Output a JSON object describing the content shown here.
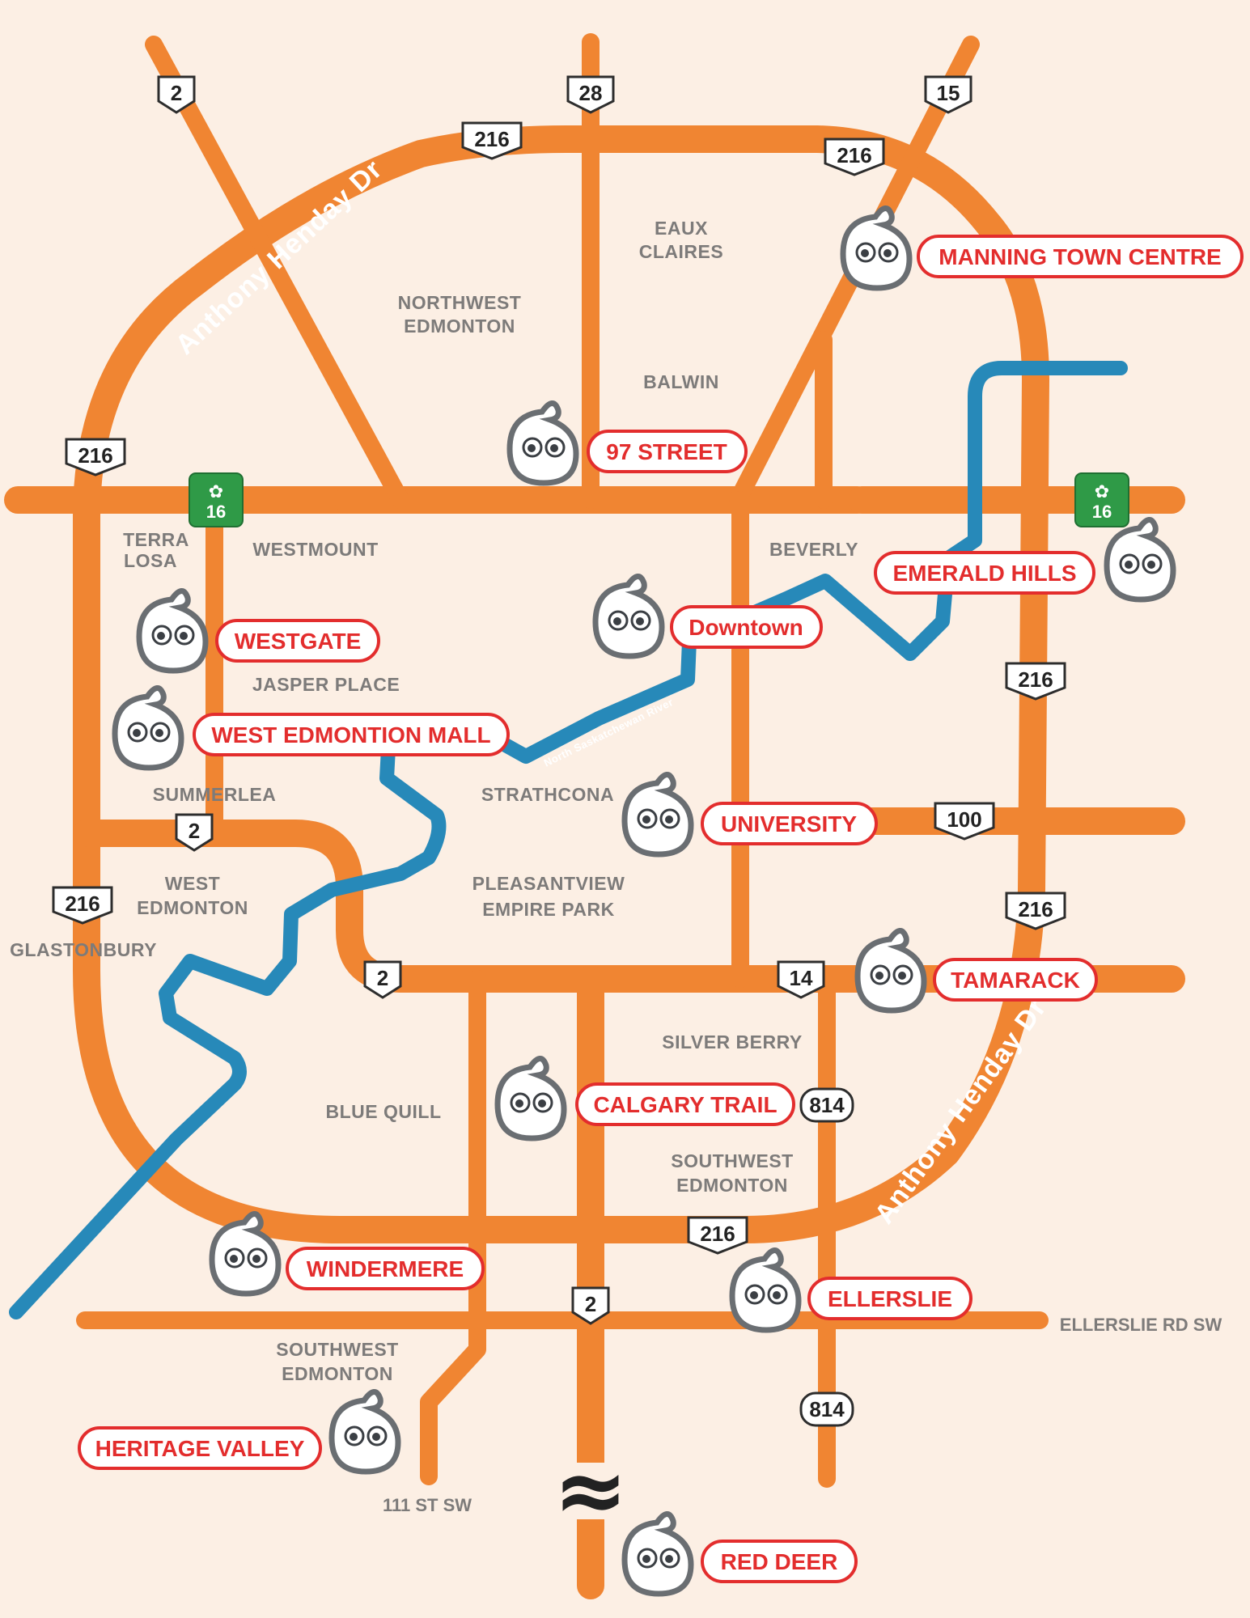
{
  "colors": {
    "road": "#f08532",
    "river": "#2789b9",
    "location": "#e32d2d",
    "background": "#fcefe4",
    "label": "#7d7b7a",
    "tcan": "#2f9a47"
  },
  "locations": {
    "manning_town_centre": "MANNING TOWN CENTRE",
    "street_97": "97 STREET",
    "emerald_hills": "EMERALD HILLS",
    "westgate": "WESTGATE",
    "downtown": "Downtown",
    "west_edmonton_mall": "WEST EDMONTION MALL",
    "university": "UNIVERSITY",
    "tamarack": "TAMARACK",
    "calgary_trail": "CALGARY TRAIL",
    "windermere": "WINDERMERE",
    "ellerslie": "ELLERSLIE",
    "heritage_valley": "HERITAGE VALLEY",
    "red_deer": "RED DEER"
  },
  "neighbourhoods": {
    "eaux_claires_1": "EAUX",
    "eaux_claires_2": "CLAIRES",
    "northwest_1": "NORTHWEST",
    "northwest_2": "EDMONTON",
    "balwin": "BALWIN",
    "terra_losa_1": "TERRA",
    "terra_losa_2": "LOSA",
    "westmount": "WESTMOUNT",
    "beverly": "BEVERLY",
    "jasper_place": "JASPER PLACE",
    "summerlea": "SUMMERLEA",
    "strathcona": "STRATHCONA",
    "west_edmonton_1": "WEST",
    "west_edmonton_2": "EDMONTON",
    "pleasantview": "PLEASANTVIEW",
    "empire_park": "EMPIRE PARK",
    "glastonbury": "GLASTONBURY",
    "silver_berry": "SILVER BERRY",
    "blue_quill": "BLUE QUILL",
    "southwest_1": "SOUTHWEST",
    "southwest_2": "EDMONTON",
    "southwest_b1": "SOUTHWEST",
    "southwest_b2": "EDMONTON"
  },
  "streets": {
    "ellerslie_rd": "ELLERSLIE RD SW",
    "st_111": "111 ST SW",
    "henday_north": "Anthony Henday Dr",
    "henday_south": "Anthony Henday Dr",
    "river": "North Saskatchewan River",
    "break_symbol": "≈"
  },
  "highways": {
    "h2_top": "2",
    "h28": "28",
    "h15": "15",
    "h216_top": "216",
    "h216_topright": "216",
    "h216_left": "216",
    "h216_right1": "216",
    "h100": "100",
    "h216_right2": "216",
    "h2_mid": "2",
    "h216_westleft": "216",
    "h2_south": "2",
    "h14": "14",
    "h814_a": "814",
    "h216_bottom": "216",
    "h2_bottom": "2",
    "h814_b": "814",
    "tcan_left": "16",
    "tcan_right": "16"
  }
}
